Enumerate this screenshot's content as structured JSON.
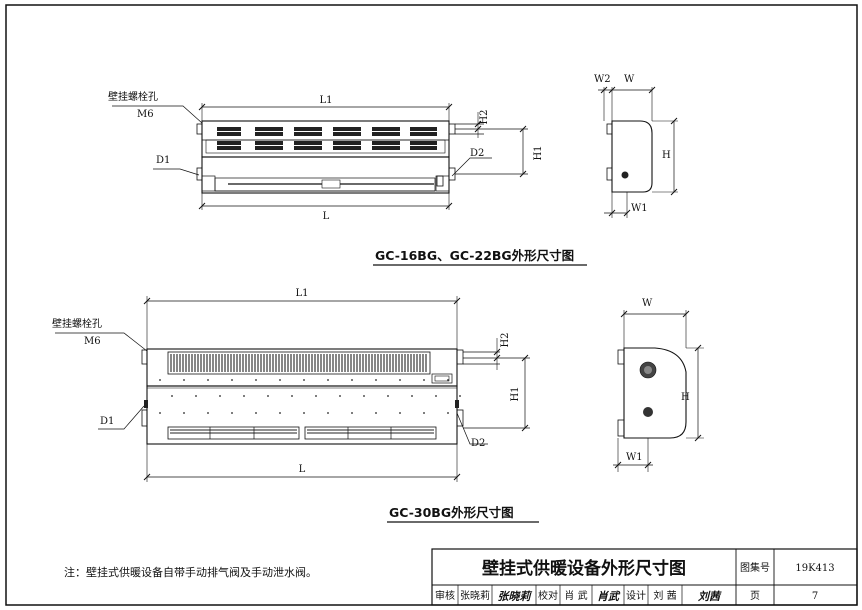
{
  "top_view": {
    "caption": "GC-16BG、GC-22BG外形尺寸图",
    "bolt_hole_label": "壁挂螺栓孔",
    "bolt_size": "M6",
    "dim_l1": "L1",
    "dim_l": "L",
    "dim_h1": "H1",
    "dim_h2": "H2",
    "dim_d1": "D1",
    "dim_d2": "D2",
    "side_w": "W",
    "side_w1": "W1",
    "side_w2": "W2",
    "side_h": "H"
  },
  "bottom_view": {
    "caption": "GC-30BG外形尺寸图",
    "bolt_hole_label": "壁挂螺栓孔",
    "bolt_size": "M6",
    "dim_l1": "L1",
    "dim_l": "L",
    "dim_h1": "H1",
    "dim_h2": "H2",
    "dim_d1": "D1",
    "dim_d2": "D2",
    "side_w": "W",
    "side_w1": "W1",
    "side_h": "H"
  },
  "note": "注：壁挂式供暖设备自带手动排气阀及手动泄水阀。",
  "title_block": {
    "title": "壁挂式供暖设备外形尺寸图",
    "atlas_label": "图集号",
    "atlas_no": "19K413",
    "review_label": "审核",
    "reviewer": "张晓莉",
    "reviewer_sig": "张晓莉",
    "check_label": "校对",
    "checker": "肖 武",
    "checker_sig": "肖武",
    "design_label": "设计",
    "designer": "刘 茜",
    "designer_sig": "刘茜",
    "page_label": "页",
    "page_no": "7"
  }
}
